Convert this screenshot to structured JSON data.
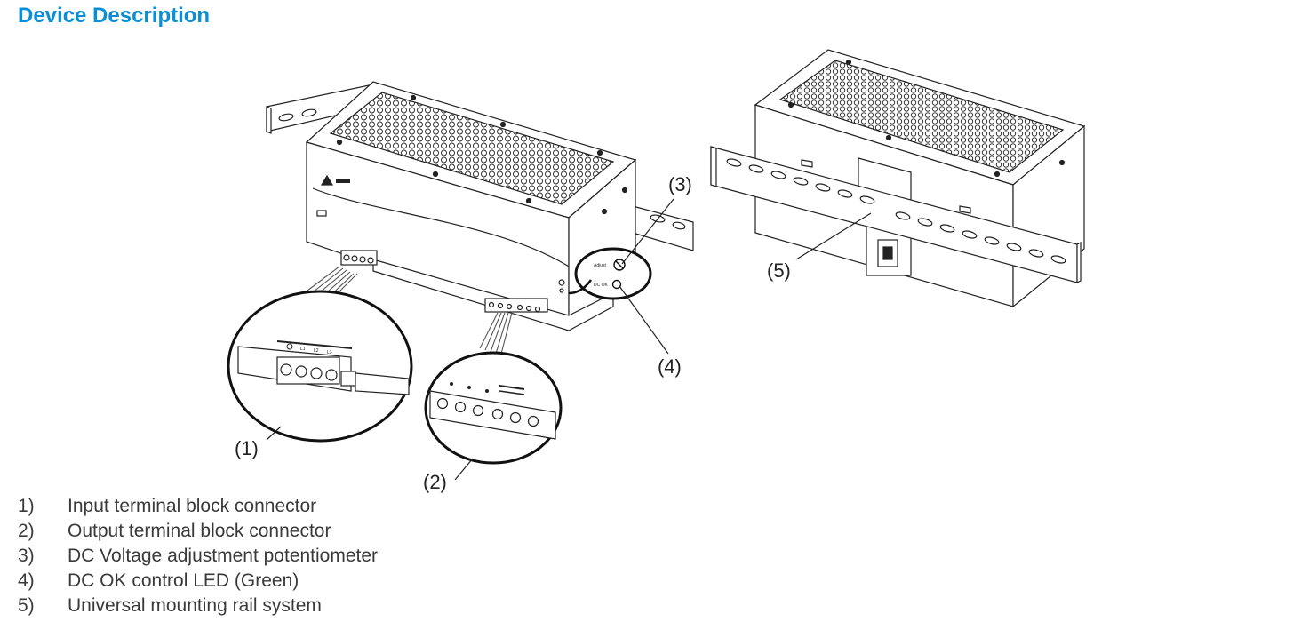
{
  "heading": "Device Description",
  "callouts": {
    "c1": "(1)",
    "c2": "(2)",
    "c3": "(3)",
    "c4": "(4)",
    "c5": "(5)"
  },
  "device_text": {
    "adjust": "Adjust",
    "dc_ok": "DC OK",
    "l1": "L1",
    "l2": "L2",
    "l3": "L3"
  },
  "items": [
    {
      "num": "1)",
      "text": "Input terminal block connector"
    },
    {
      "num": "2)",
      "text": "Output terminal block connector"
    },
    {
      "num": "3)",
      "text": "DC Voltage adjustment potentiometer"
    },
    {
      "num": "4)",
      "text": "DC OK control LED (Green)"
    },
    {
      "num": "5)",
      "text": "Universal mounting rail system"
    }
  ]
}
